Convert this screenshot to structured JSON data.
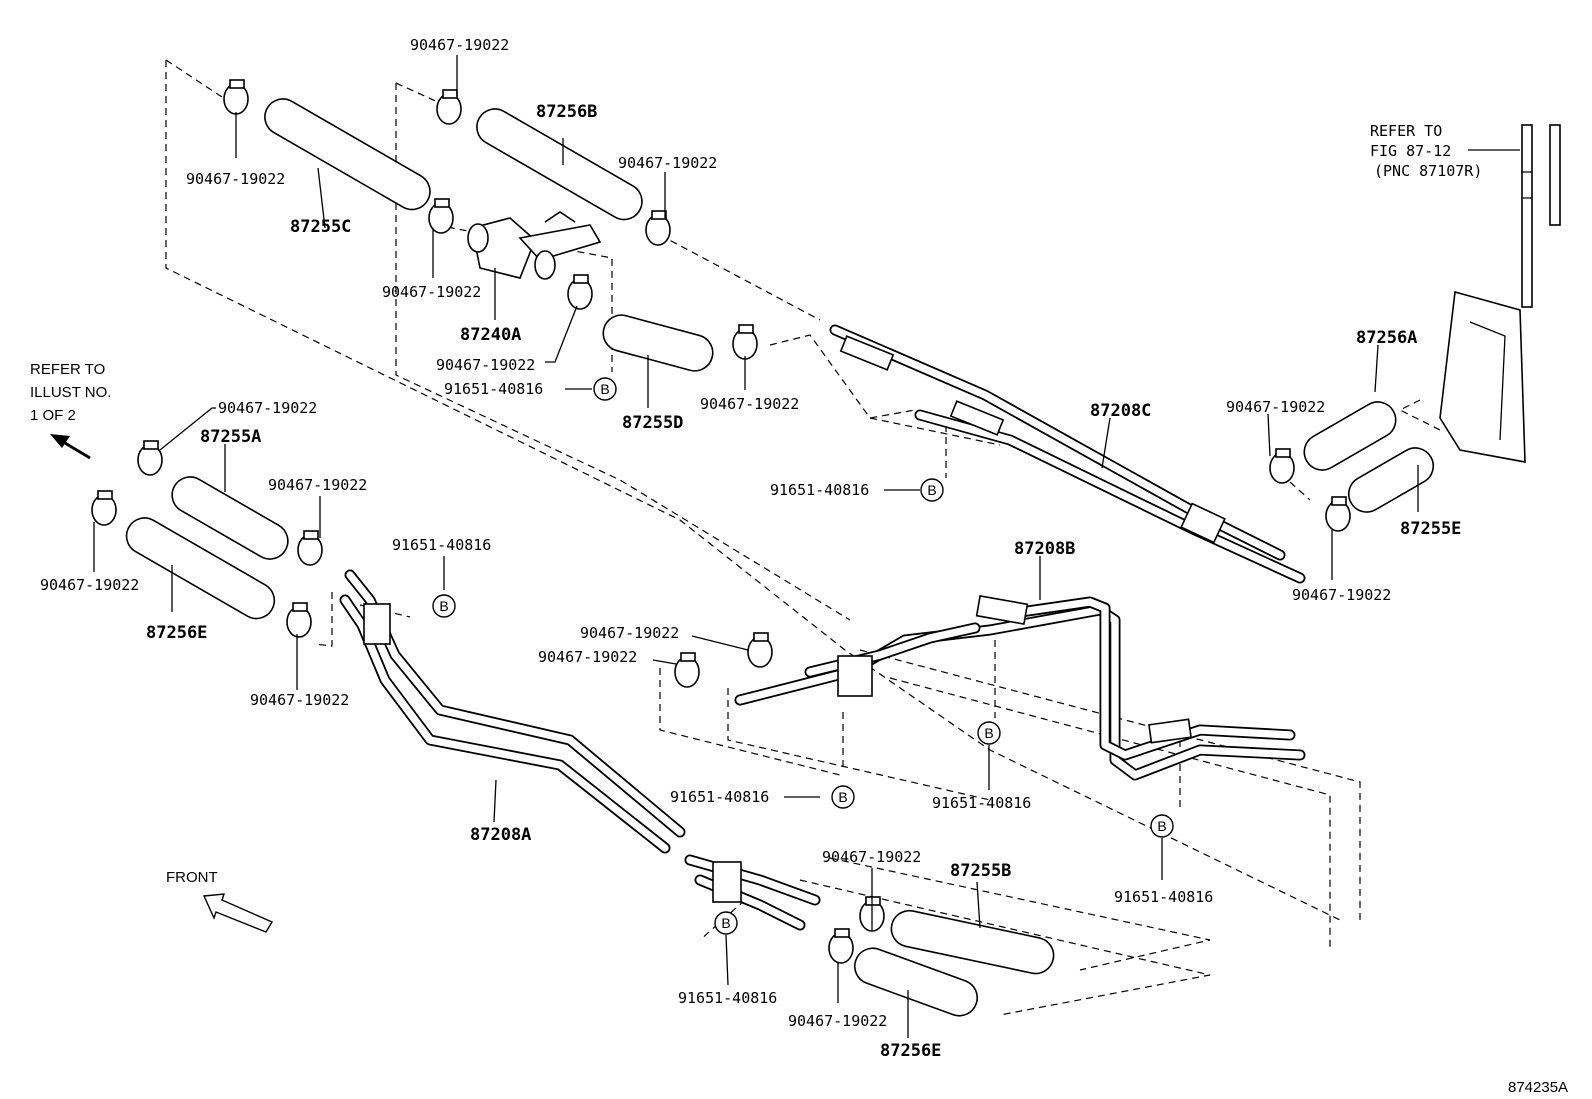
{
  "labels": {
    "clamp": "90467-19022",
    "bolt": "91651-40816",
    "bolt_marker": "B",
    "hose_87255C": "87255C",
    "hose_87256B": "87256B",
    "valve_87240A": "87240A",
    "hose_87255D": "87255D",
    "hose_87255A": "87255A",
    "hose_87256E": "87256E",
    "pipe_87208C": "87208C",
    "pipe_87208B": "87208B",
    "pipe_87208A": "87208A",
    "hose_87256A": "87256A",
    "hose_87255E": "87255E",
    "hose_87255B": "87255B",
    "refer_fig_line1": "REFER TO",
    "refer_fig_line2": "FIG 87-12",
    "refer_fig_line3": "(PNC 87107R)",
    "refer_illust_line1": "REFER TO",
    "refer_illust_line2": "ILLUST NO.",
    "refer_illust_line3": "1 OF 2",
    "front": "FRONT",
    "figure_id": "874235A"
  }
}
